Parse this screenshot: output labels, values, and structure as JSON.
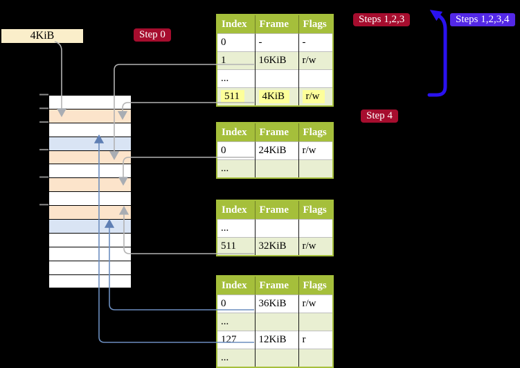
{
  "labels": {
    "size_box": "4KiB",
    "step0": "Step 0",
    "steps123": "Steps 1,2,3",
    "steps1234": "Steps 1,2,3,4",
    "step4": "Step 4"
  },
  "colors": {
    "background": "#000000",
    "table_header_green": "#a5bf3b",
    "table_row_green": "#e9efd2",
    "highlight_yellow": "#fdff9a",
    "label_red": "#a60d2e",
    "label_blue": "#5328e6",
    "big_arrow_blue": "#2a12ef",
    "connector_gray": "#b3b3b3",
    "connector_blue": "#6c8ebf",
    "frame_orange": "#fce4cb",
    "frame_blue": "#d9e4f4",
    "size_box_bg": "#faeeca"
  },
  "tables": [
    {
      "headers": [
        "Index",
        "Frame",
        "Flags"
      ],
      "rows": [
        [
          "0",
          "-",
          "-"
        ],
        [
          "1",
          "16KiB",
          "r/w"
        ],
        [
          "...",
          "",
          ""
        ],
        [
          "511",
          "4KiB",
          "r/w"
        ]
      ]
    },
    {
      "headers": [
        "Index",
        "Frame",
        "Flags"
      ],
      "rows": [
        [
          "0",
          "24KiB",
          "r/w"
        ],
        [
          "...",
          "",
          ""
        ]
      ]
    },
    {
      "headers": [
        "Index",
        "Frame",
        "Flags"
      ],
      "rows": [
        [
          "...",
          "",
          ""
        ],
        [
          "511",
          "32KiB",
          "r/w"
        ]
      ]
    },
    {
      "headers": [
        "Index",
        "Frame",
        "Flags"
      ],
      "rows": [
        [
          "0",
          "36KiB",
          "r/w"
        ],
        [
          "...",
          "",
          ""
        ],
        [
          "127",
          "12KiB",
          "r"
        ],
        [
          "...",
          "",
          ""
        ]
      ]
    }
  ],
  "memory_column": {
    "row_colors": [
      "white",
      "orange",
      "white",
      "blue",
      "orange",
      "white",
      "orange",
      "white",
      "orange",
      "blue",
      "white",
      "white",
      "white",
      "white"
    ]
  }
}
